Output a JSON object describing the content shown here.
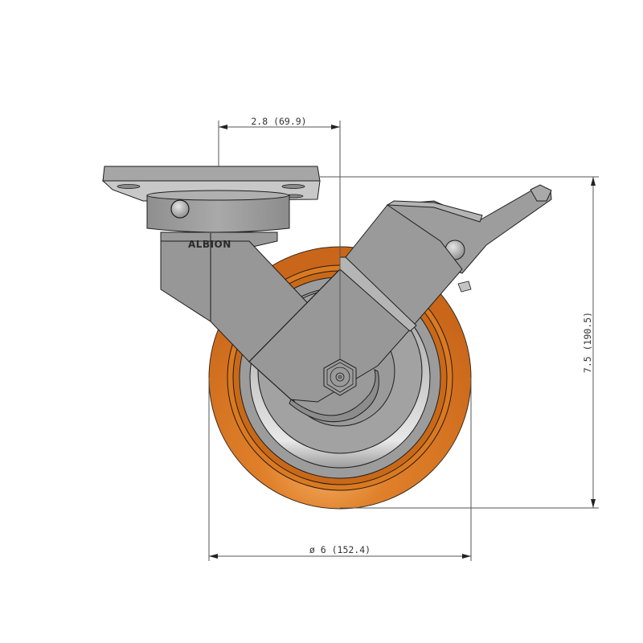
{
  "drawing": {
    "subject": "Swivel caster with top-lock brake",
    "brand_mark": "ALBION",
    "colors": {
      "background": "#ffffff",
      "metal": "#9a9a9a",
      "metal_dark": "#7e7e7e",
      "metal_light": "#b8b8b8",
      "tread": "#d9741c",
      "tread_dark": "#b85e12",
      "tread_highlight": "#f2a65a",
      "dimension_line": "#555555",
      "text": "#333333"
    }
  },
  "dimensions": {
    "swivel_offset": {
      "label": "2.8 (69.9)",
      "inches": 2.8,
      "mm": 69.9,
      "orientation": "horizontal"
    },
    "overall_height": {
      "label": "7.5 (190.5)",
      "inches": 7.5,
      "mm": 190.5,
      "orientation": "vertical"
    },
    "wheel_diameter": {
      "label": "ø 6 (152.4)",
      "inches": 6,
      "mm": 152.4,
      "orientation": "horizontal"
    }
  }
}
